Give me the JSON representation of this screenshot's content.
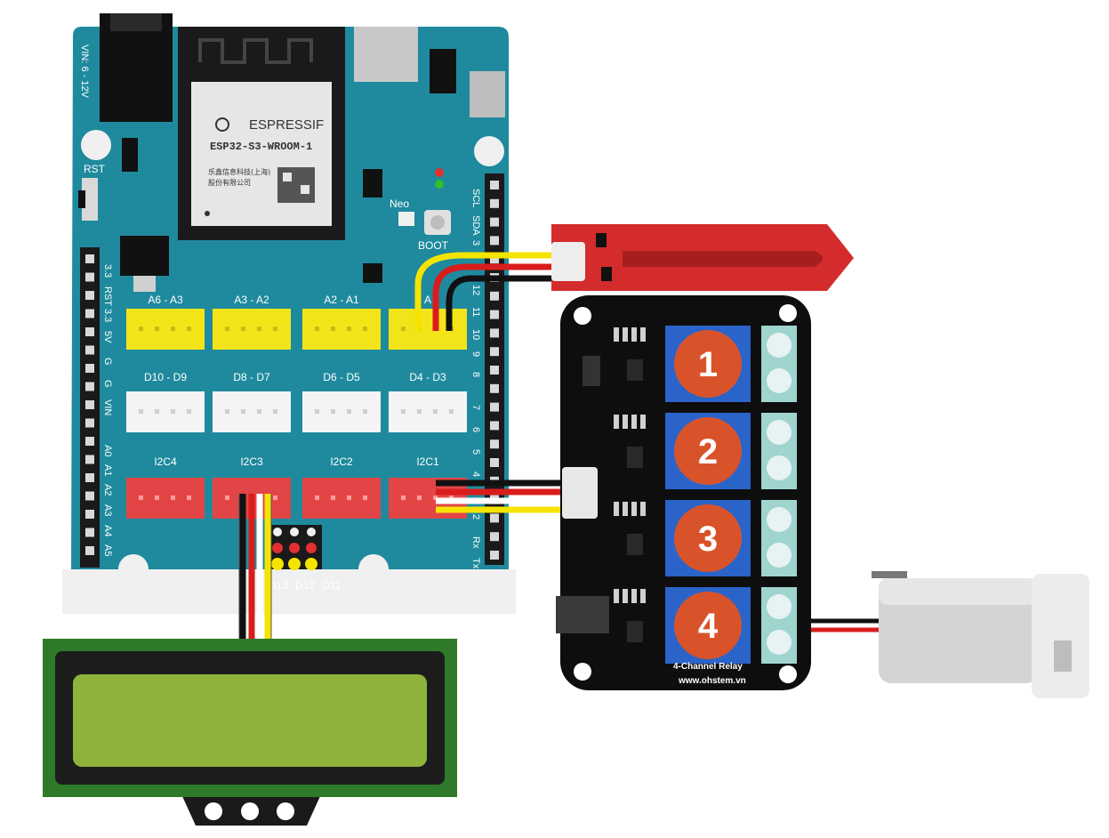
{
  "board": {
    "vin_label": "VIN: 6 - 12V",
    "rst_label": "RST",
    "neo_label": "Neo",
    "boot_label": "BOOT",
    "module_brand": "ESPRESSIF",
    "module_model": "ESP32-S3-WROOM-1",
    "module_maker_line1": "乐鑫信息科技(上海)",
    "module_maker_line2": "股份有限公司",
    "left_pins": [
      "3.3",
      "RST",
      "3.3",
      "5V",
      "G",
      "G",
      "VIN",
      "A0",
      "A1",
      "A2",
      "A3",
      "A4",
      "A5"
    ],
    "right_pins": [
      "SCL",
      "SDA",
      "3",
      "12",
      "11",
      "10",
      "9",
      "8",
      "7",
      "6",
      "5",
      "4",
      "2",
      "Rx",
      "Tx"
    ],
    "connector_labels": {
      "row1": [
        "A6 - A3",
        "A3 - A2",
        "A2 - A1",
        "A"
      ],
      "row2": [
        "D10 - D9",
        "D8 - D7",
        "D6 - D5",
        "D4 - D3"
      ],
      "row3": [
        "I2C4",
        "I2C3",
        "I2C2",
        "I2C1"
      ]
    },
    "header_labels": [
      "D13",
      "D12",
      "D11"
    ]
  },
  "relay": {
    "numbers": [
      "1",
      "2",
      "3",
      "4"
    ],
    "name": "4-Channel Relay",
    "url": "www.ohstem.vn"
  },
  "colors": {
    "board": "#1f8a9e",
    "relay_board": "#0e0e0e",
    "relay_block": "#2b64c9",
    "badge": "#d9532a",
    "sensor": "#d42c2c",
    "lcd_frame": "#2f7a2a",
    "lcd_screen": "#8fb23a"
  },
  "icons": {
    "sensor": "soil-moisture-sensor-icon",
    "pump": "water-pump-icon",
    "lcd": "lcd-display-icon"
  }
}
